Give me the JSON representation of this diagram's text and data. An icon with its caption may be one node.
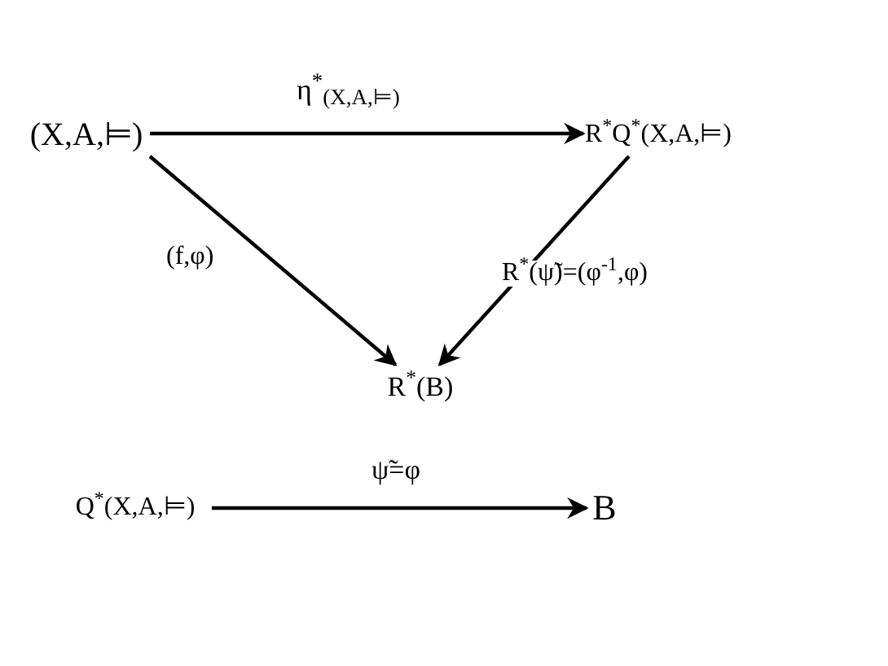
{
  "diagram": {
    "nodes": [
      {
        "text": [
          "(X,A,⊨)"
        ]
      },
      {
        "text": [
          "R$^{*}$Q$^{*}$(X,A,⊨)"
        ]
      },
      {
        "text": [
          "R$^{*}$(B)"
        ]
      },
      {
        "text": [
          "Q$^{*}$(X,A,⊨)"
        ]
      },
      {
        "text": [
          "B"
        ]
      }
    ],
    "edges": [
      {
        "from": 0,
        "to": 1,
        "arrow": "to",
        "label": "η$^{*}$$_{(X,A,⊨)}$"
      },
      {
        "from": 0,
        "to": 2,
        "arrow": "to",
        "label": "(f,φ)"
      },
      {
        "from": 1,
        "to": 2,
        "arrow": "to",
        "label": "R$^{*}$(ψ̃)=(φ$^{-1}$,φ)"
      },
      {
        "from": 3,
        "to": 4,
        "arrow": "to",
        "label": "ψ̃=φ"
      }
    ]
  }
}
